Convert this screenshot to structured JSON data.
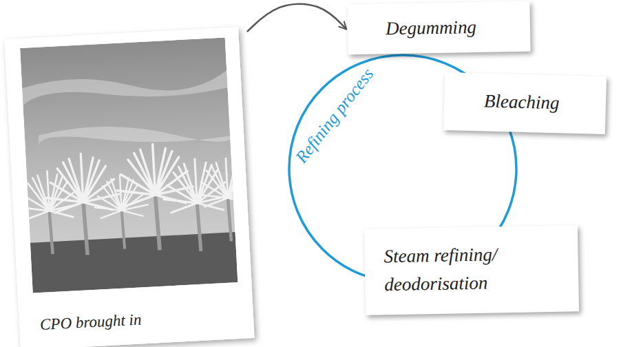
{
  "diagram": {
    "nodes": [
      {
        "text": [
          "CPO brought in"
        ]
      },
      {
        "text": [
          "Degumming"
        ]
      },
      {
        "text": [
          "Bleaching"
        ]
      },
      {
        "text": [
          "Steam refining/ deodorisation"
        ]
      }
    ],
    "edges": [
      {
        "from": 0,
        "to": 1,
        "arrow": "to"
      }
    ],
    "labels": [
      "Refining process"
    ]
  }
}
